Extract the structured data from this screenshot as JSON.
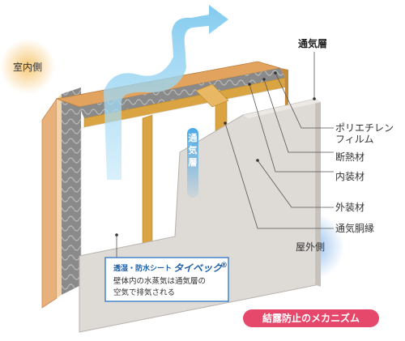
{
  "labels": {
    "indoor": "室内側",
    "outdoor": "屋外側",
    "ventilation_layer": "通気層",
    "ventilation_layer_vertical": [
      "通",
      "気",
      "層"
    ],
    "polyethylene_film": [
      "ポリエチレン",
      "フィルム"
    ],
    "insulation": "断熱材",
    "interior_material": "内装材",
    "exterior_material": "外装材",
    "furring_strip": "通気胴縁"
  },
  "info_box": {
    "title": "透湿・防水シート",
    "brand": "タイベック",
    "brand_mark": "®",
    "lines": [
      "壁体内の水蒸気は通気層の",
      "空気で排気される"
    ]
  },
  "badge": "結露防止のメカニズム",
  "colors": {
    "indoor_circle": "#f7c877",
    "outdoor_circle": "#9ec6ee",
    "air_flow": "#8fd0f0",
    "stud": "#d9a441",
    "interior_board": "#e8b07a",
    "insulation": "#8c8c8c",
    "exterior_board": "#dedad6",
    "badge": "#e5486a",
    "info_border": "#3a7fc8"
  }
}
